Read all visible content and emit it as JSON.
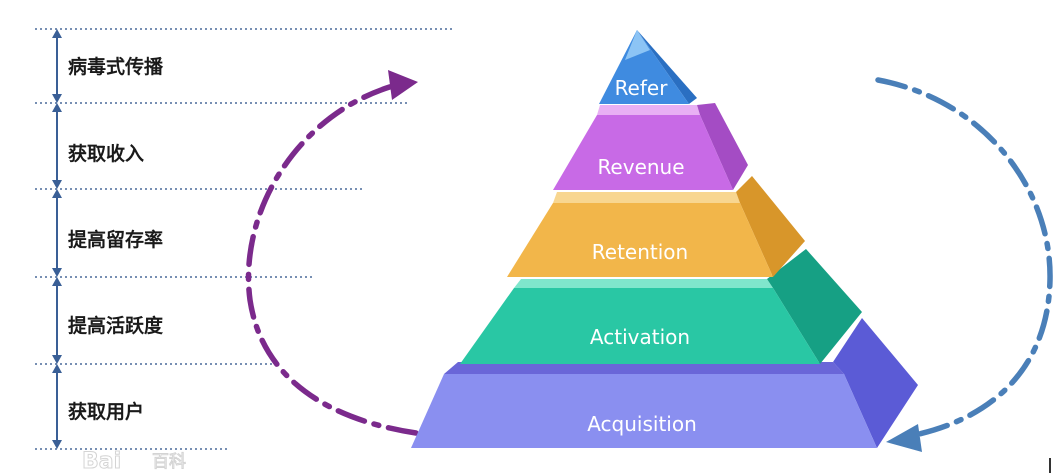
{
  "stages": [
    {
      "label": "病毒式传播"
    },
    {
      "label": "获取收入"
    },
    {
      "label": "提高留存率"
    },
    {
      "label": "提高活跃度"
    },
    {
      "label": "获取用户"
    }
  ],
  "pyramid": [
    {
      "label": "Refer",
      "color_front": "#3f8be0",
      "color_top": "#8cc4f5",
      "color_side": "#2a6fc2"
    },
    {
      "label": "Revenue",
      "color_front": "#c86ae6",
      "color_top": "#e8b0f4",
      "color_side": "#a44cc4"
    },
    {
      "label": "Retention",
      "color_front": "#f2b64a",
      "color_top": "#f8d690",
      "color_side": "#d8962a"
    },
    {
      "label": "Activation",
      "color_front": "#29c7a4",
      "color_top": "#7fe6cc",
      "color_side": "#16a084"
    },
    {
      "label": "Acquisition",
      "color_front": "#8a8ff0",
      "color_top": "#6a66d8",
      "color_side": "#5b5bd6"
    }
  ],
  "arrows": {
    "left_color": "#7b2a8c",
    "right_color": "#4a7fb8"
  },
  "watermark": {
    "text": "Bai",
    "text_cn": "百科"
  }
}
